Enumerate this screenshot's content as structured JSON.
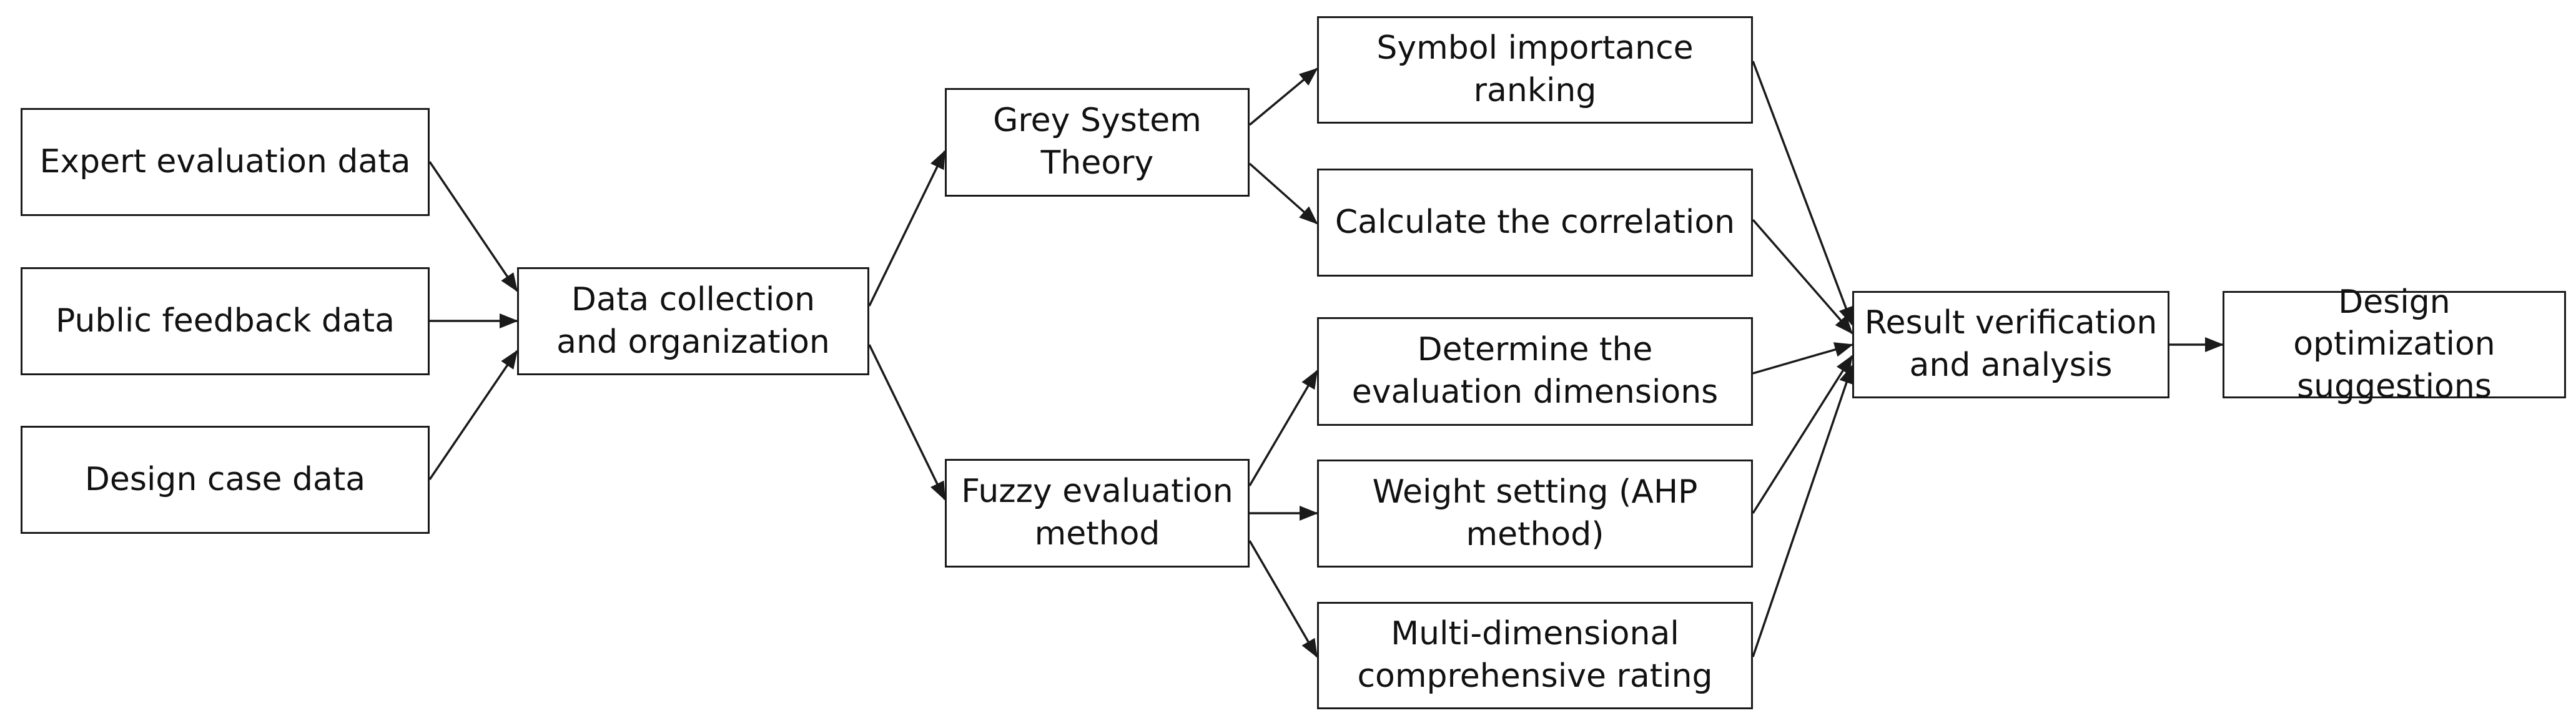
{
  "diagram": {
    "line_color": "#1a1a1a",
    "nodes": [
      {
        "id": "expert",
        "label": "Expert evaluation data"
      },
      {
        "id": "public",
        "label": "Public feedback data"
      },
      {
        "id": "case",
        "label": "Design case data"
      },
      {
        "id": "collect",
        "label": "Data collection\nand organization"
      },
      {
        "id": "grey",
        "label": "Grey System\nTheory"
      },
      {
        "id": "fuzzy",
        "label": "Fuzzy evaluation\nmethod"
      },
      {
        "id": "symbol",
        "label": "Symbol importance\nranking"
      },
      {
        "id": "correlation",
        "label": "Calculate the correlation"
      },
      {
        "id": "dimensions",
        "label": "Determine the\nevaluation dimensions"
      },
      {
        "id": "weight",
        "label": "Weight setting (AHP\nmethod)"
      },
      {
        "id": "multi",
        "label": "Multi-dimensional\ncomprehensive rating"
      },
      {
        "id": "result",
        "label": "Result verification\nand analysis"
      },
      {
        "id": "design",
        "label": "Design optimization\nsuggestions"
      }
    ],
    "edges": [
      {
        "from": "expert",
        "to": "collect"
      },
      {
        "from": "public",
        "to": "collect"
      },
      {
        "from": "case",
        "to": "collect"
      },
      {
        "from": "collect",
        "to": "grey"
      },
      {
        "from": "collect",
        "to": "fuzzy"
      },
      {
        "from": "grey",
        "to": "symbol"
      },
      {
        "from": "grey",
        "to": "correlation"
      },
      {
        "from": "fuzzy",
        "to": "dimensions"
      },
      {
        "from": "fuzzy",
        "to": "weight"
      },
      {
        "from": "fuzzy",
        "to": "multi"
      },
      {
        "from": "symbol",
        "to": "result"
      },
      {
        "from": "correlation",
        "to": "result"
      },
      {
        "from": "dimensions",
        "to": "result"
      },
      {
        "from": "weight",
        "to": "result"
      },
      {
        "from": "multi",
        "to": "result"
      },
      {
        "from": "result",
        "to": "design"
      }
    ]
  }
}
